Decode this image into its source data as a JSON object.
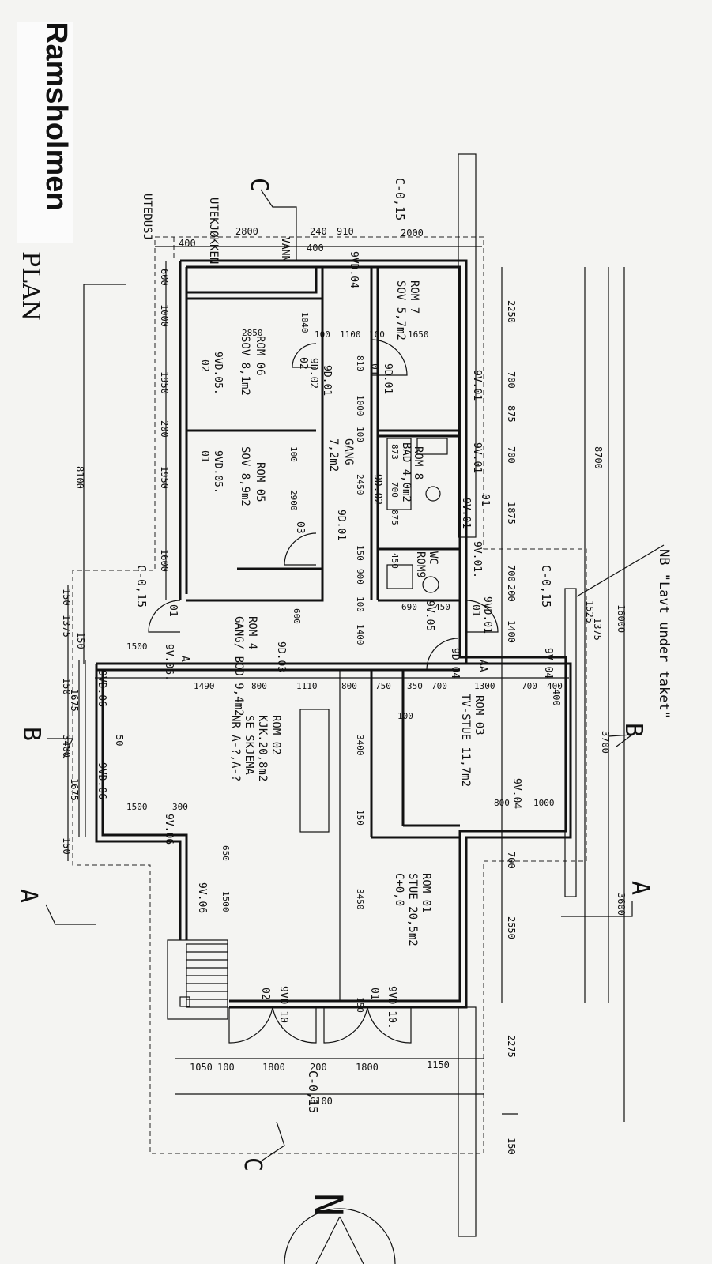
{
  "title": "Ramsholmen",
  "subtitle": "PLAN",
  "note": "NB \"Lavt under taket\"",
  "outdoor_labels": [
    "UTEDUSJ",
    "UTEKJØKKEN",
    "VANN"
  ],
  "rooms": [
    {
      "no": "ROM 7",
      "name": "SOV 5,7m2"
    },
    {
      "no": "ROM 06",
      "name": "SOV 8,1m2"
    },
    {
      "no": "ROM 05",
      "name": "SOV 8,9m2"
    },
    {
      "no": "GANG",
      "name": "7,2m2"
    },
    {
      "no": "ROM 8",
      "name": "BAD 4,0m2"
    },
    {
      "no": "WC",
      "name": "ROM9"
    },
    {
      "no": "ROM 4",
      "name": "GANG/ BOD 9,4m2"
    },
    {
      "no": "ROM 02",
      "name": "KJK.20,8m2",
      "extra": "SE SKJEMA",
      "extra2": "NR A-?,A-?"
    },
    {
      "no": "ROM 03",
      "name": "TV-STUE 11,7m2"
    },
    {
      "no": "ROM 01",
      "name": "STUE 20,5m2",
      "extra": "C+0,0"
    }
  ],
  "levels": [
    "C-0,15",
    "C-0,15",
    "C-0,15",
    "C-0,15"
  ],
  "sections": [
    "C",
    "C",
    "B",
    "B",
    "A",
    "A"
  ],
  "north": "N",
  "dims_top": [
    "400",
    "2800",
    "240",
    "400",
    "910",
    "2000"
  ],
  "dims_right": [
    "2250",
    "700",
    "875",
    "700",
    "1875",
    "700",
    "200",
    "1400",
    "400",
    "700",
    "2550",
    "2275",
    "150"
  ],
  "dims_right_outer": [
    "8700",
    "16000",
    "1525",
    "1375",
    "3700",
    "3600"
  ],
  "dims_left": [
    "600",
    "1000",
    "1950",
    "200",
    "1950",
    "1600",
    "8100",
    "150",
    "1375",
    "150",
    "1675",
    "3400",
    "1675",
    "150",
    "150",
    "50"
  ],
  "dims_bottom": [
    "1050",
    "100",
    "1800",
    "200",
    "1800",
    "1150",
    "6100"
  ],
  "dims_inner": [
    "2850",
    "1040",
    "100",
    "1100",
    "100",
    "1650",
    "810",
    "1000",
    "100",
    "2450",
    "100",
    "2900",
    "150",
    "900",
    "100",
    "1400",
    "873",
    "700",
    "875",
    "450",
    "690",
    "450",
    "600",
    "1500",
    "1490",
    "800",
    "1110",
    "800",
    "750",
    "350",
    "700",
    "1300",
    "700",
    "400",
    "3400",
    "150",
    "3450",
    "800",
    "1000",
    "650",
    "1500",
    "300",
    "1500",
    "150",
    "100"
  ],
  "components": [
    "9VD.04",
    "9D.02",
    "9D.01",
    "9D.01",
    "9V.01",
    "9V.01",
    "9D.02",
    "9D.01",
    "9V.01",
    "9V.01.",
    "9VD.01",
    "9V.04",
    "9D.03",
    "9D.04",
    "9VD.05.",
    "9VD.05.",
    "9V.06.",
    "9VD.06",
    "9VD.06",
    "9V.06",
    "9V.06",
    "9V.04",
    "9VD.10.",
    "9VD.10.",
    "9V.05"
  ],
  "opening_codes": [
    "02",
    "01",
    "02",
    "01",
    "03",
    "01",
    "01",
    "01",
    "02",
    "01",
    "A",
    "AA"
  ]
}
